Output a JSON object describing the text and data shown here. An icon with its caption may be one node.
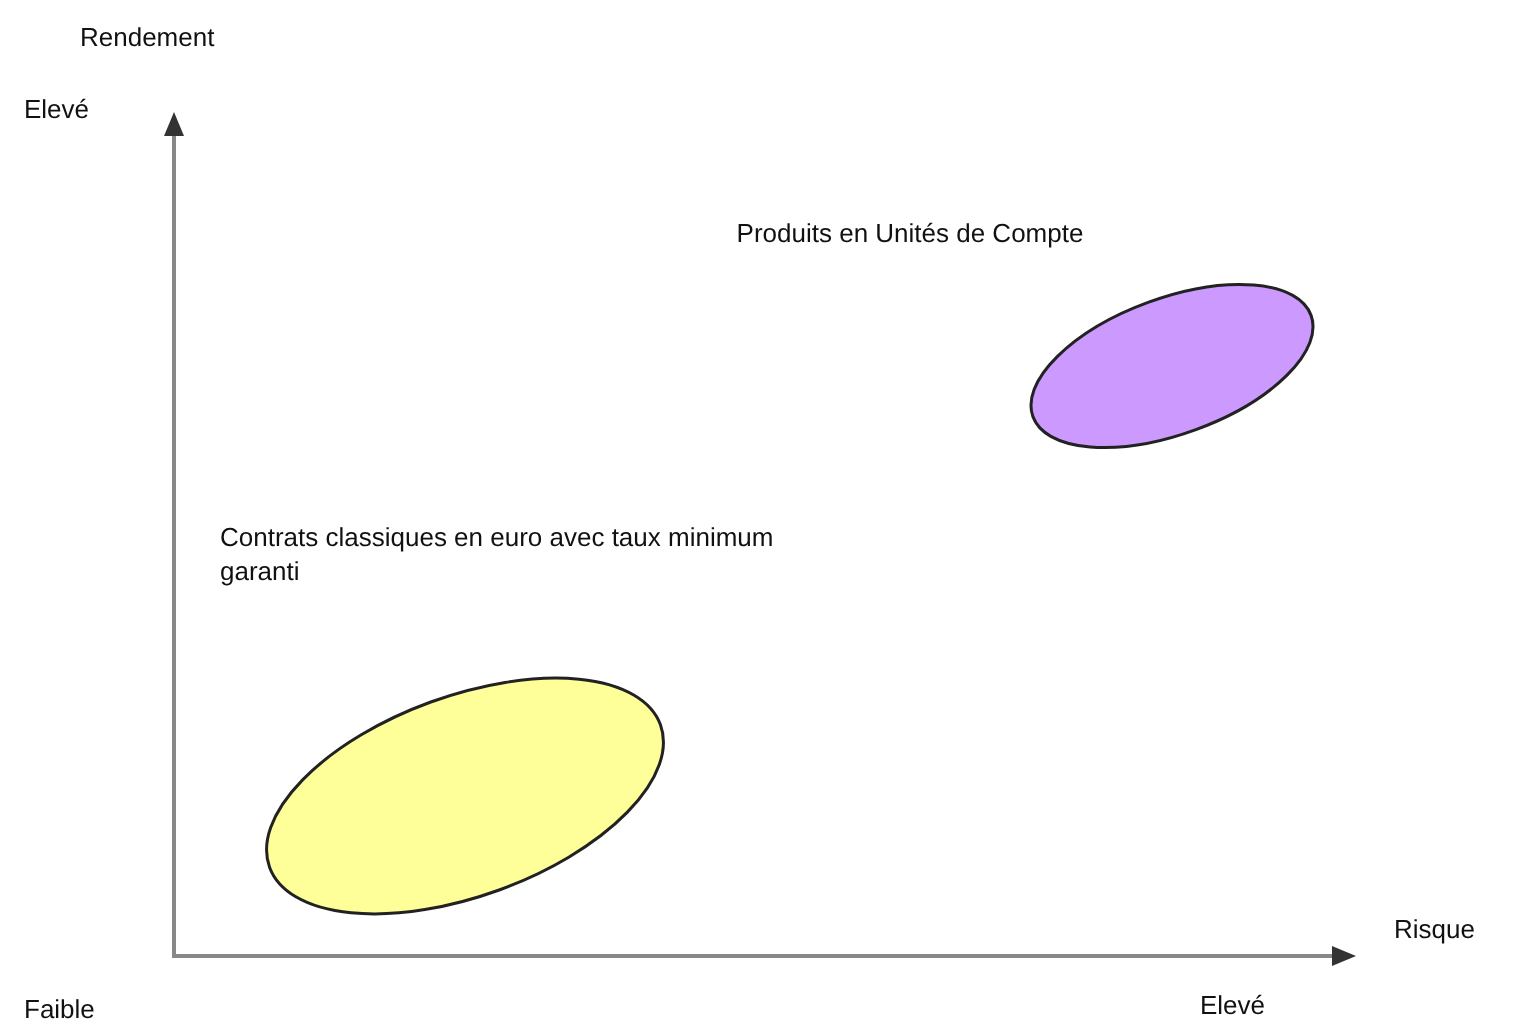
{
  "diagram": {
    "nodes": [
      {
        "text": [],
        "shape": "ellipse",
        "beside": [
          "Contrats classiques en euro avec taux minimum garanti"
        ]
      },
      {
        "text": [],
        "shape": "ellipse",
        "beside": [
          "Produits en Unités de Compte"
        ]
      }
    ],
    "labels": [
      "Rendement",
      "Elevé",
      "Risque",
      "Faible",
      "Elevé"
    ]
  }
}
